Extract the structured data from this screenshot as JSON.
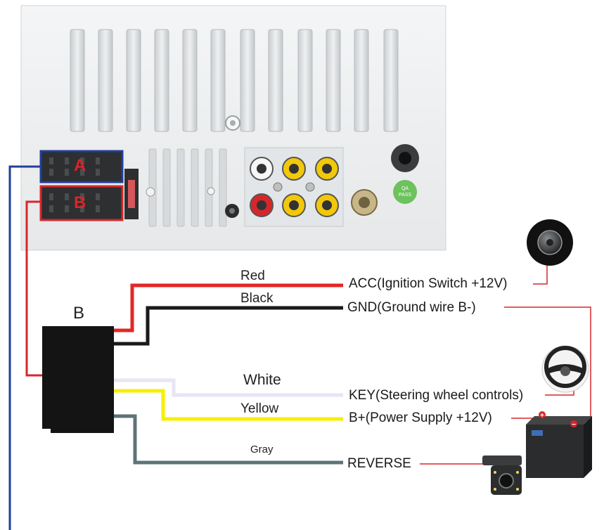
{
  "connectors": {
    "a": {
      "letter": "A"
    },
    "b": {
      "letter": "B"
    }
  },
  "harness": {
    "label": "B"
  },
  "wires": [
    {
      "color_name": "Red",
      "terminal": "ACC(Ignition Switch +12V)",
      "color": "#e32726"
    },
    {
      "color_name": "Black",
      "terminal": "GND(Ground wire B-)",
      "color": "#1a1a1a"
    },
    {
      "color_name": "White",
      "terminal": "KEY(Steering wheel controls)",
      "color": "#e8e8f6"
    },
    {
      "color_name": "Yellow",
      "terminal": "B+(Power Supply +12V)",
      "color": "#f7ef00"
    },
    {
      "color_name": "Gray",
      "terminal": "REVERSE",
      "color": "#5e7378"
    }
  ],
  "battery": {
    "plus": "+",
    "minus": "−"
  },
  "radio_panel": {
    "qa_badge_line1": "QA",
    "qa_badge_line2": "PASS"
  },
  "colors": {
    "accent_red": "#d8262b",
    "accent_blue": "#1f3f9a",
    "panel": "#eef0f1"
  }
}
